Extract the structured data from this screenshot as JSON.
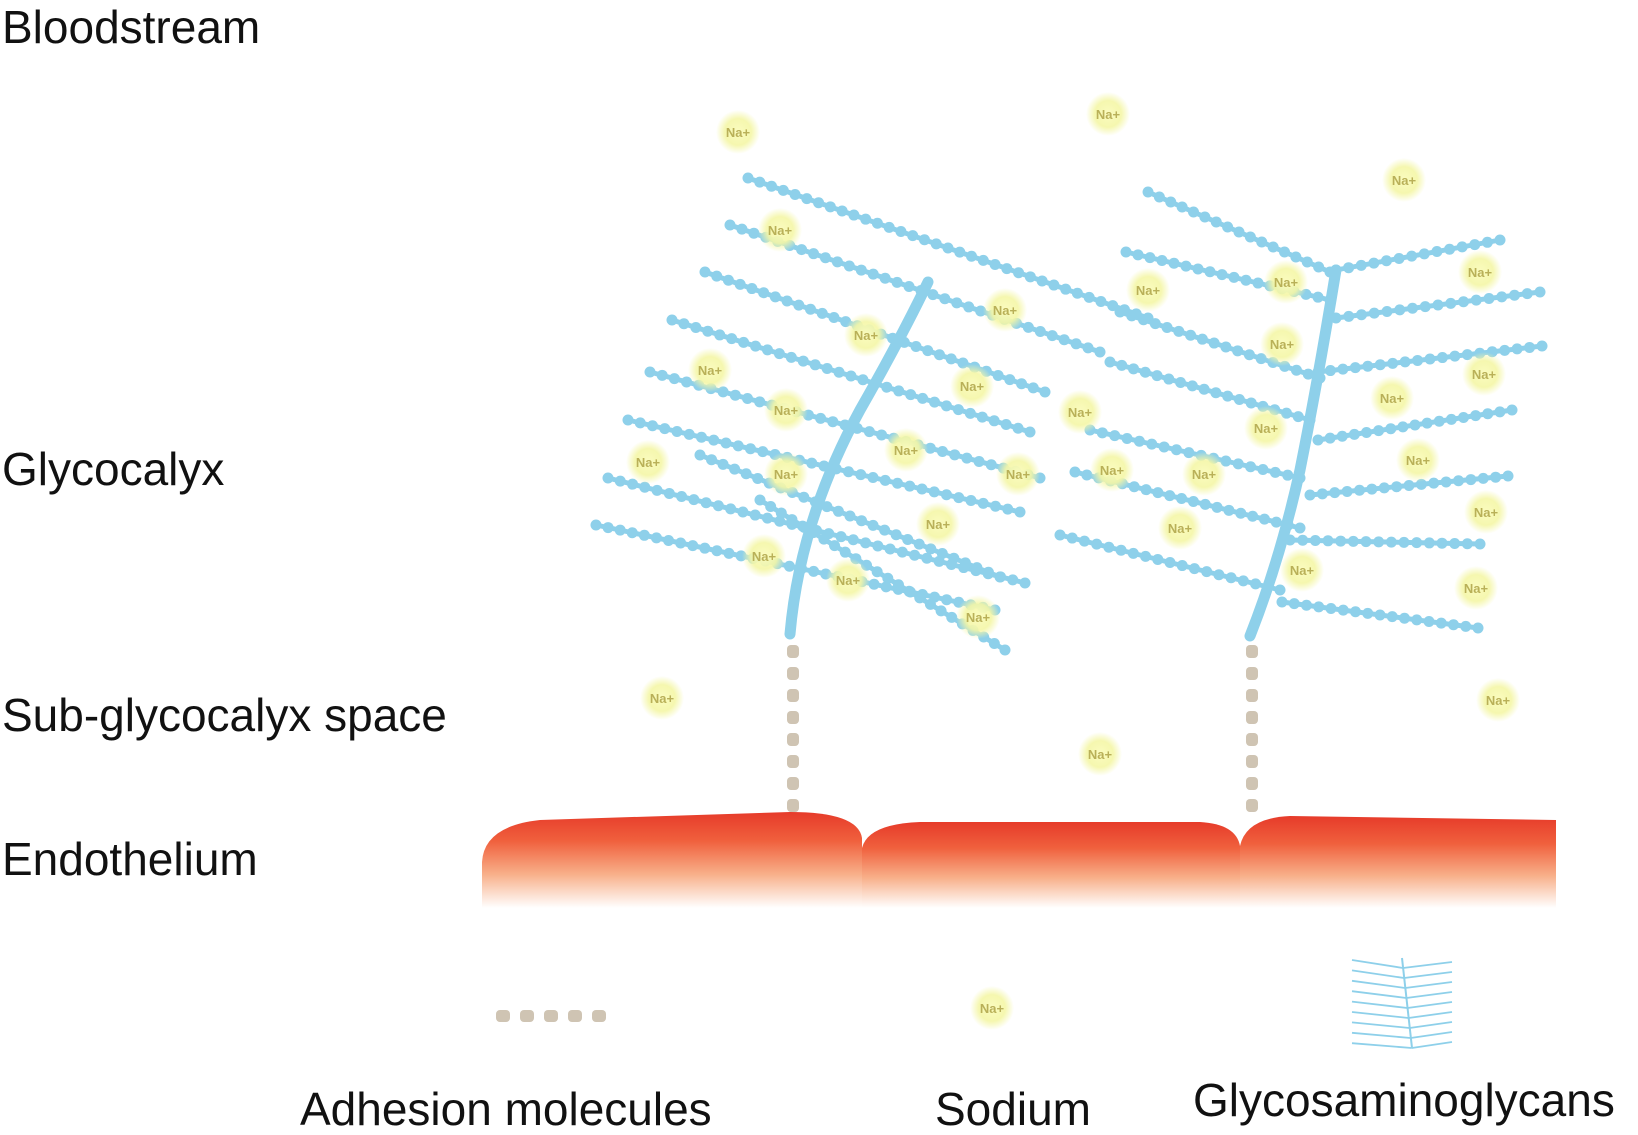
{
  "labels": {
    "bloodstream": "Bloodstream",
    "glycocalyx": "Glycocalyx",
    "sub_glycocalyx_space": "Sub-glycocalyx space",
    "endothelium": "Endothelium"
  },
  "legend": {
    "adhesion_molecules": "Adhesion molecules",
    "sodium": "Sodium",
    "glycosaminoglycans": "Glycosaminoglycans"
  },
  "sodium_ion_text": "Na+",
  "colors": {
    "glycosaminoglycan": "#8ed0ea",
    "sodium_glow": "#f3f59a",
    "adhesion": "#cfc4b3",
    "endothelium_top": "#e94a35",
    "endothelium_bottom": "#fde7d8"
  }
}
